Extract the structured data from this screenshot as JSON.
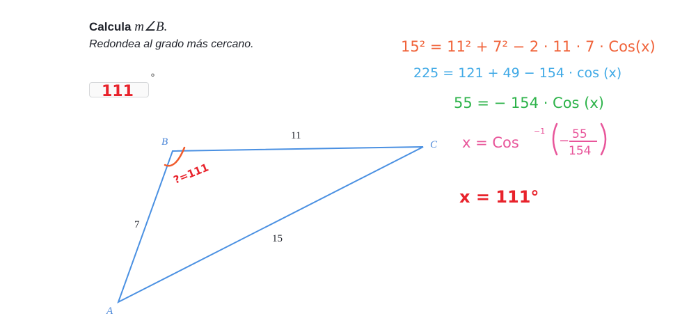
{
  "prompt": {
    "word": "Calcula",
    "math": "m∠B.",
    "instruction": "Redondea al grado más cercano."
  },
  "answer": {
    "value": "",
    "degree_symbol": "°"
  },
  "diagram": {
    "vertices": {
      "A": "A",
      "B": "B",
      "C": "C"
    },
    "sides": {
      "AB": "7",
      "BC": "11",
      "AC": "15"
    },
    "angle_annotation": "?=111",
    "colors": {
      "triangle": "#4a90e2",
      "label": "#4a86d8",
      "annotation_red": "#e8222b",
      "annotation_orange": "#f05b2c"
    }
  },
  "handwriting": {
    "answer_box": "111",
    "line1": "15² = 11² + 7² − 2 · 11 · 7 · Cos(x)",
    "line2": "225 = 121 + 49 − 154 · cos (x)",
    "line3": "55 = − 154 · Cos (x)",
    "line4_prefix": "x = Cos",
    "line4_exp": "−1",
    "line4_num": "55",
    "line4_den": "154",
    "line4_minus": "−",
    "line5": "x = 111°",
    "colors": {
      "line1": "#f0633a",
      "line2": "#3fa9e6",
      "line3": "#2db34a",
      "line4": "#e8559a",
      "line5": "#e8222b"
    }
  }
}
